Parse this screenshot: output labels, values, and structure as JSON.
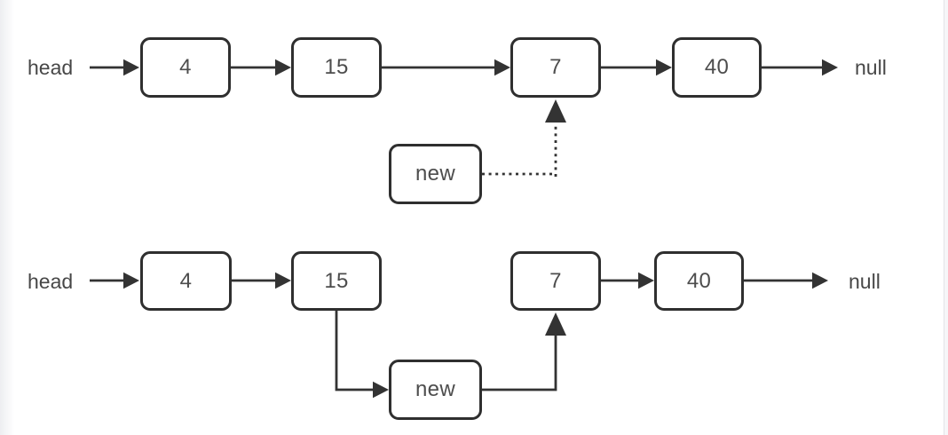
{
  "colors": {
    "stroke": "#333333",
    "box_border": "#2f2f2f",
    "node_text": "#4d4d4d",
    "label_text": "#474747",
    "background": "#ffffff"
  },
  "diagram_top": {
    "description": "singly linked list before insertion, new node points at node 7 with dotted arrow",
    "head_label": "head",
    "null_label": "null",
    "nodes": [
      {
        "value": "4"
      },
      {
        "value": "15"
      },
      {
        "value": "7"
      },
      {
        "value": "40"
      }
    ],
    "new_node": {
      "value": "new"
    }
  },
  "diagram_bottom": {
    "description": "singly linked list after insertion, node 15 links to new node which links to node 7",
    "head_label": "head",
    "null_label": "null",
    "nodes": [
      {
        "value": "4"
      },
      {
        "value": "15"
      },
      {
        "value": "7"
      },
      {
        "value": "40"
      }
    ],
    "new_node": {
      "value": "new"
    }
  }
}
